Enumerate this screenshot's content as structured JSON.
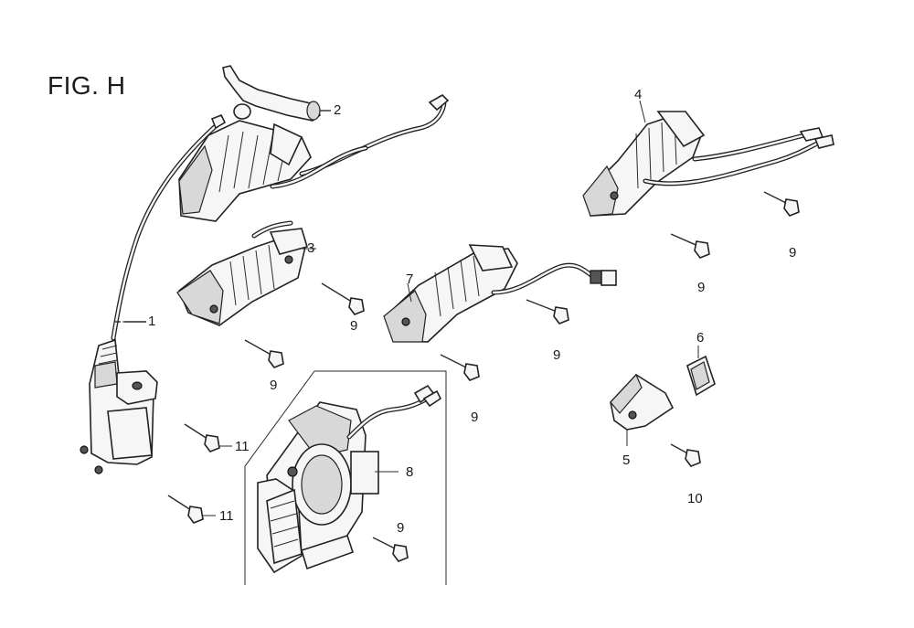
{
  "figure": {
    "title": "FIG. H"
  },
  "callouts": {
    "c1": "1",
    "c2": "2",
    "c3": "3",
    "c4": "4",
    "c5": "5",
    "c6": "6",
    "c7": "7",
    "c8": "8",
    "c9a": "9",
    "c9b": "9",
    "c9c": "9",
    "c9d": "9",
    "c9e": "9",
    "c9f": "9",
    "c9g": "9",
    "c10": "10",
    "c11a": "11",
    "c11b": "11"
  }
}
